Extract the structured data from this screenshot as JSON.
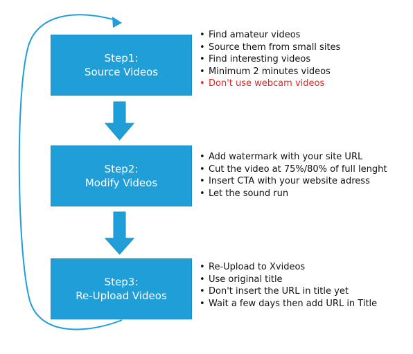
{
  "steps": [
    {
      "title": "Step1:",
      "subtitle": "Source Videos",
      "bullets": [
        "Find amateur videos",
        "Source them from small sites",
        "Find interesting videos",
        "Minimum 2 minutes videos",
        "Don't use webcam videos"
      ],
      "highlight_bullet_index": 4
    },
    {
      "title": "Step2:",
      "subtitle": "Modify Videos",
      "bullets": [
        "Add watermark with your site URL",
        "Cut the video at 75%/80% of full lenght",
        "Insert CTA with your website adress",
        "Let the sound run"
      ]
    },
    {
      "title": "Step3:",
      "subtitle": "Re-Upload Videos",
      "bullets": [
        "Re-Upload to Xvideos",
        "Use original title",
        "Don't insert the URL in title yet",
        "Wait a few days then add URL in Title"
      ]
    }
  ],
  "colors": {
    "box_fill": "#1f9ed8",
    "arrow_fill": "#1f9ed8",
    "loop_line": "#1f9ed8",
    "warning_text": "#e8211e"
  }
}
